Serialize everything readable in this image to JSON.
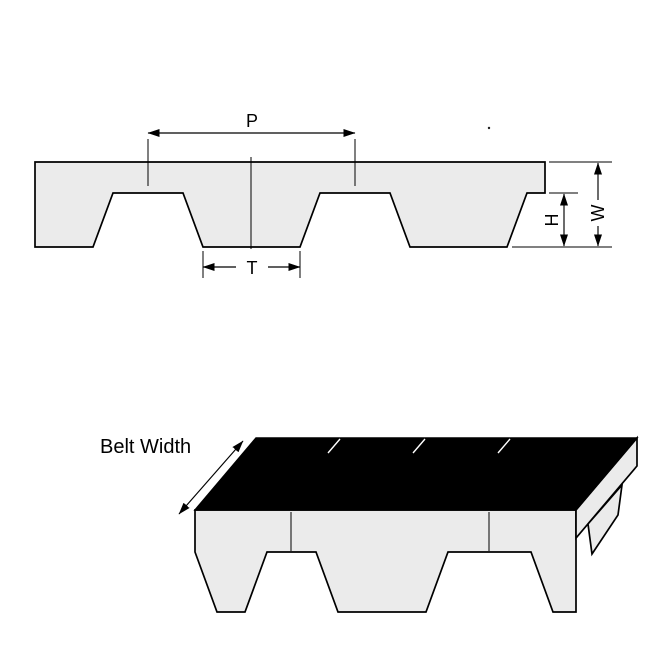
{
  "labels": {
    "pitch": "P",
    "tooth_width": "T",
    "tooth_height": "H",
    "belt_thickness": "W",
    "belt_width": "Belt Width"
  },
  "colors": {
    "line": "#000000",
    "belt_fill": "#ebebeb",
    "top_surface": "#000000",
    "background": "#ffffff"
  }
}
